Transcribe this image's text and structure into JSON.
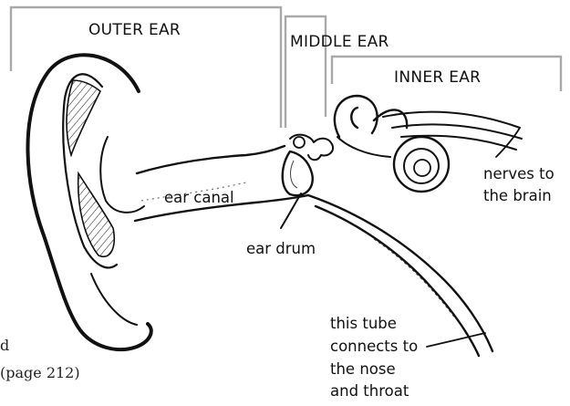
{
  "headers": {
    "outer_ear": "OUTER EAR",
    "middle_ear": "MIDDLE EAR",
    "inner_ear": "INNER EAR"
  },
  "labels": {
    "ear_canal": "ear canal",
    "ear_drum": "ear drum",
    "nerves_line1": "nerves to",
    "nerves_line2": "the brain",
    "tube_line1": "this tube",
    "tube_line2": "connects to",
    "tube_line3": "the nose",
    "tube_line4": "and throat"
  },
  "edge_text": {
    "line1": "d",
    "line2": "(page 212)"
  },
  "colors": {
    "ink": "#111111",
    "bracket": "#a9a9a9",
    "background": "#ffffff"
  }
}
